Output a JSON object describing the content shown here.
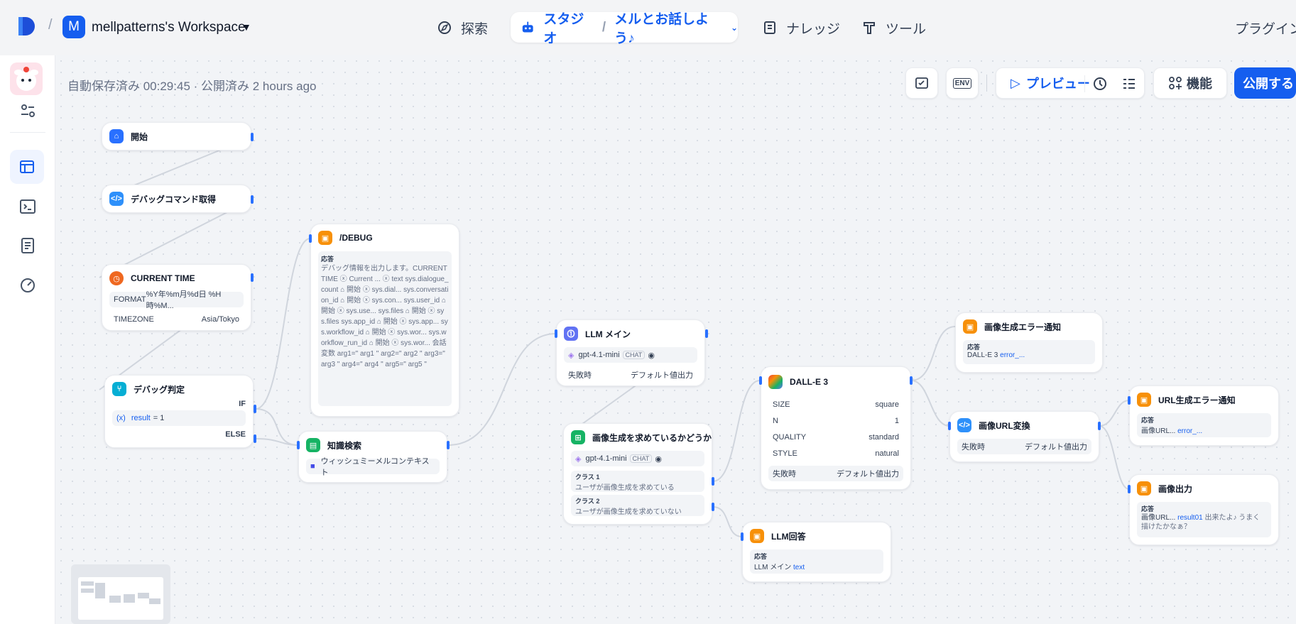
{
  "header": {
    "workspace_initial": "M",
    "workspace_name": "mellpatterns's Workspace",
    "nav_explore": "探索",
    "nav_studio": "スタジオ",
    "app_name": "メルとお話しよう♪",
    "nav_knowledge": "ナレッジ",
    "nav_tools": "ツール",
    "nav_plugins": "プラグイン"
  },
  "toolbar": {
    "autosave": "自動保存済み 00:29:45 · 公開済み 2 hours ago",
    "env": "ENV",
    "preview": "プレビュー",
    "features": "機能",
    "publish": "公開する"
  },
  "nodes": {
    "start": {
      "title": "開始"
    },
    "debug_cmd": {
      "title": "デバッグコマンド取得"
    },
    "current_time": {
      "title": "CURRENT TIME",
      "format_label": "FORMAT",
      "format_value": "%Y年%m月%d日 %H時%M...",
      "tz_label": "TIMEZONE",
      "tz_value": "Asia/Tokyo"
    },
    "debug_judge": {
      "title": "デバッグ判定",
      "if": "IF",
      "cond_var": "result",
      "cond_op": "= 1",
      "else": "ELSE"
    },
    "debug_answer": {
      "title": "/DEBUG",
      "label": "応答",
      "text": "デバッグ情報を出力します。CURRENT TIME ⓧ Current ... ⓧ text sys.dialogue_count ⌂ 開始 ⓧ sys.dial... sys.conversation_id ⌂ 開始 ⓧ sys.con... sys.user_id ⌂ 開始 ⓧ sys.use... sys.files ⌂ 開始 ⓧ sys.files sys.app_id ⌂ 開始 ⓧ sys.app... sys.workflow_id ⌂ 開始 ⓧ sys.wor... sys.workflow_run_id ⌂ 開始 ⓧ sys.wor... 会話変数 arg1=\" arg1 \" arg2=\" arg2 \" arg3=\" arg3 \" arg4=\" arg4 \" arg5=\" arg5 \""
    },
    "knowledge": {
      "title": "知識検索",
      "dataset": "ウィッシュミーメルコンテキスト"
    },
    "llm_main": {
      "title": "LLM メイン",
      "model": "gpt-4.1-mini",
      "mode": "CHAT",
      "fail_label": "失敗時",
      "fail_value": "デフォルト値出力"
    },
    "classifier": {
      "title": "画像生成を求めているかどうか",
      "model": "gpt-4.1-mini",
      "mode": "CHAT",
      "class1_label": "クラス 1",
      "class1": "ユーザが画像生成を求めている",
      "class2_label": "クラス 2",
      "class2": "ユーザが画像生成を求めていない"
    },
    "dalle": {
      "title": "DALL-E 3",
      "size_label": "SIZE",
      "size": "square",
      "n_label": "N",
      "n": "1",
      "quality_label": "QUALITY",
      "quality": "standard",
      "style_label": "STYLE",
      "style": "natural",
      "fail_label": "失敗時",
      "fail_value": "デフォルト値出力"
    },
    "img_err": {
      "title": "画像生成エラー通知",
      "label": "応答",
      "source": "DALL-E 3",
      "var": "error_..."
    },
    "url_convert": {
      "title": "画像URL変換",
      "fail_label": "失敗時",
      "fail_value": "デフォルト値出力"
    },
    "url_err": {
      "title": "URL生成エラー通知",
      "label": "応答",
      "source": "画像URL...",
      "var": "error_..."
    },
    "img_out": {
      "title": "画像出力",
      "label": "応答",
      "source": "画像URL...",
      "var": "result01",
      "text": "出来たよ♪ うまく描けたかなぁ？"
    },
    "llm_answer": {
      "title": "LLM回答",
      "label": "応答",
      "source": "LLM メイン",
      "var": "text"
    }
  },
  "colors": {
    "accent": "#155eef",
    "answer": "#f79009",
    "code": "#2e90fa",
    "time": "#ef6820",
    "ifelse": "#06aed4",
    "knowledge": "#16b364",
    "llm": "#6172f3",
    "classifier": "#16b364"
  }
}
